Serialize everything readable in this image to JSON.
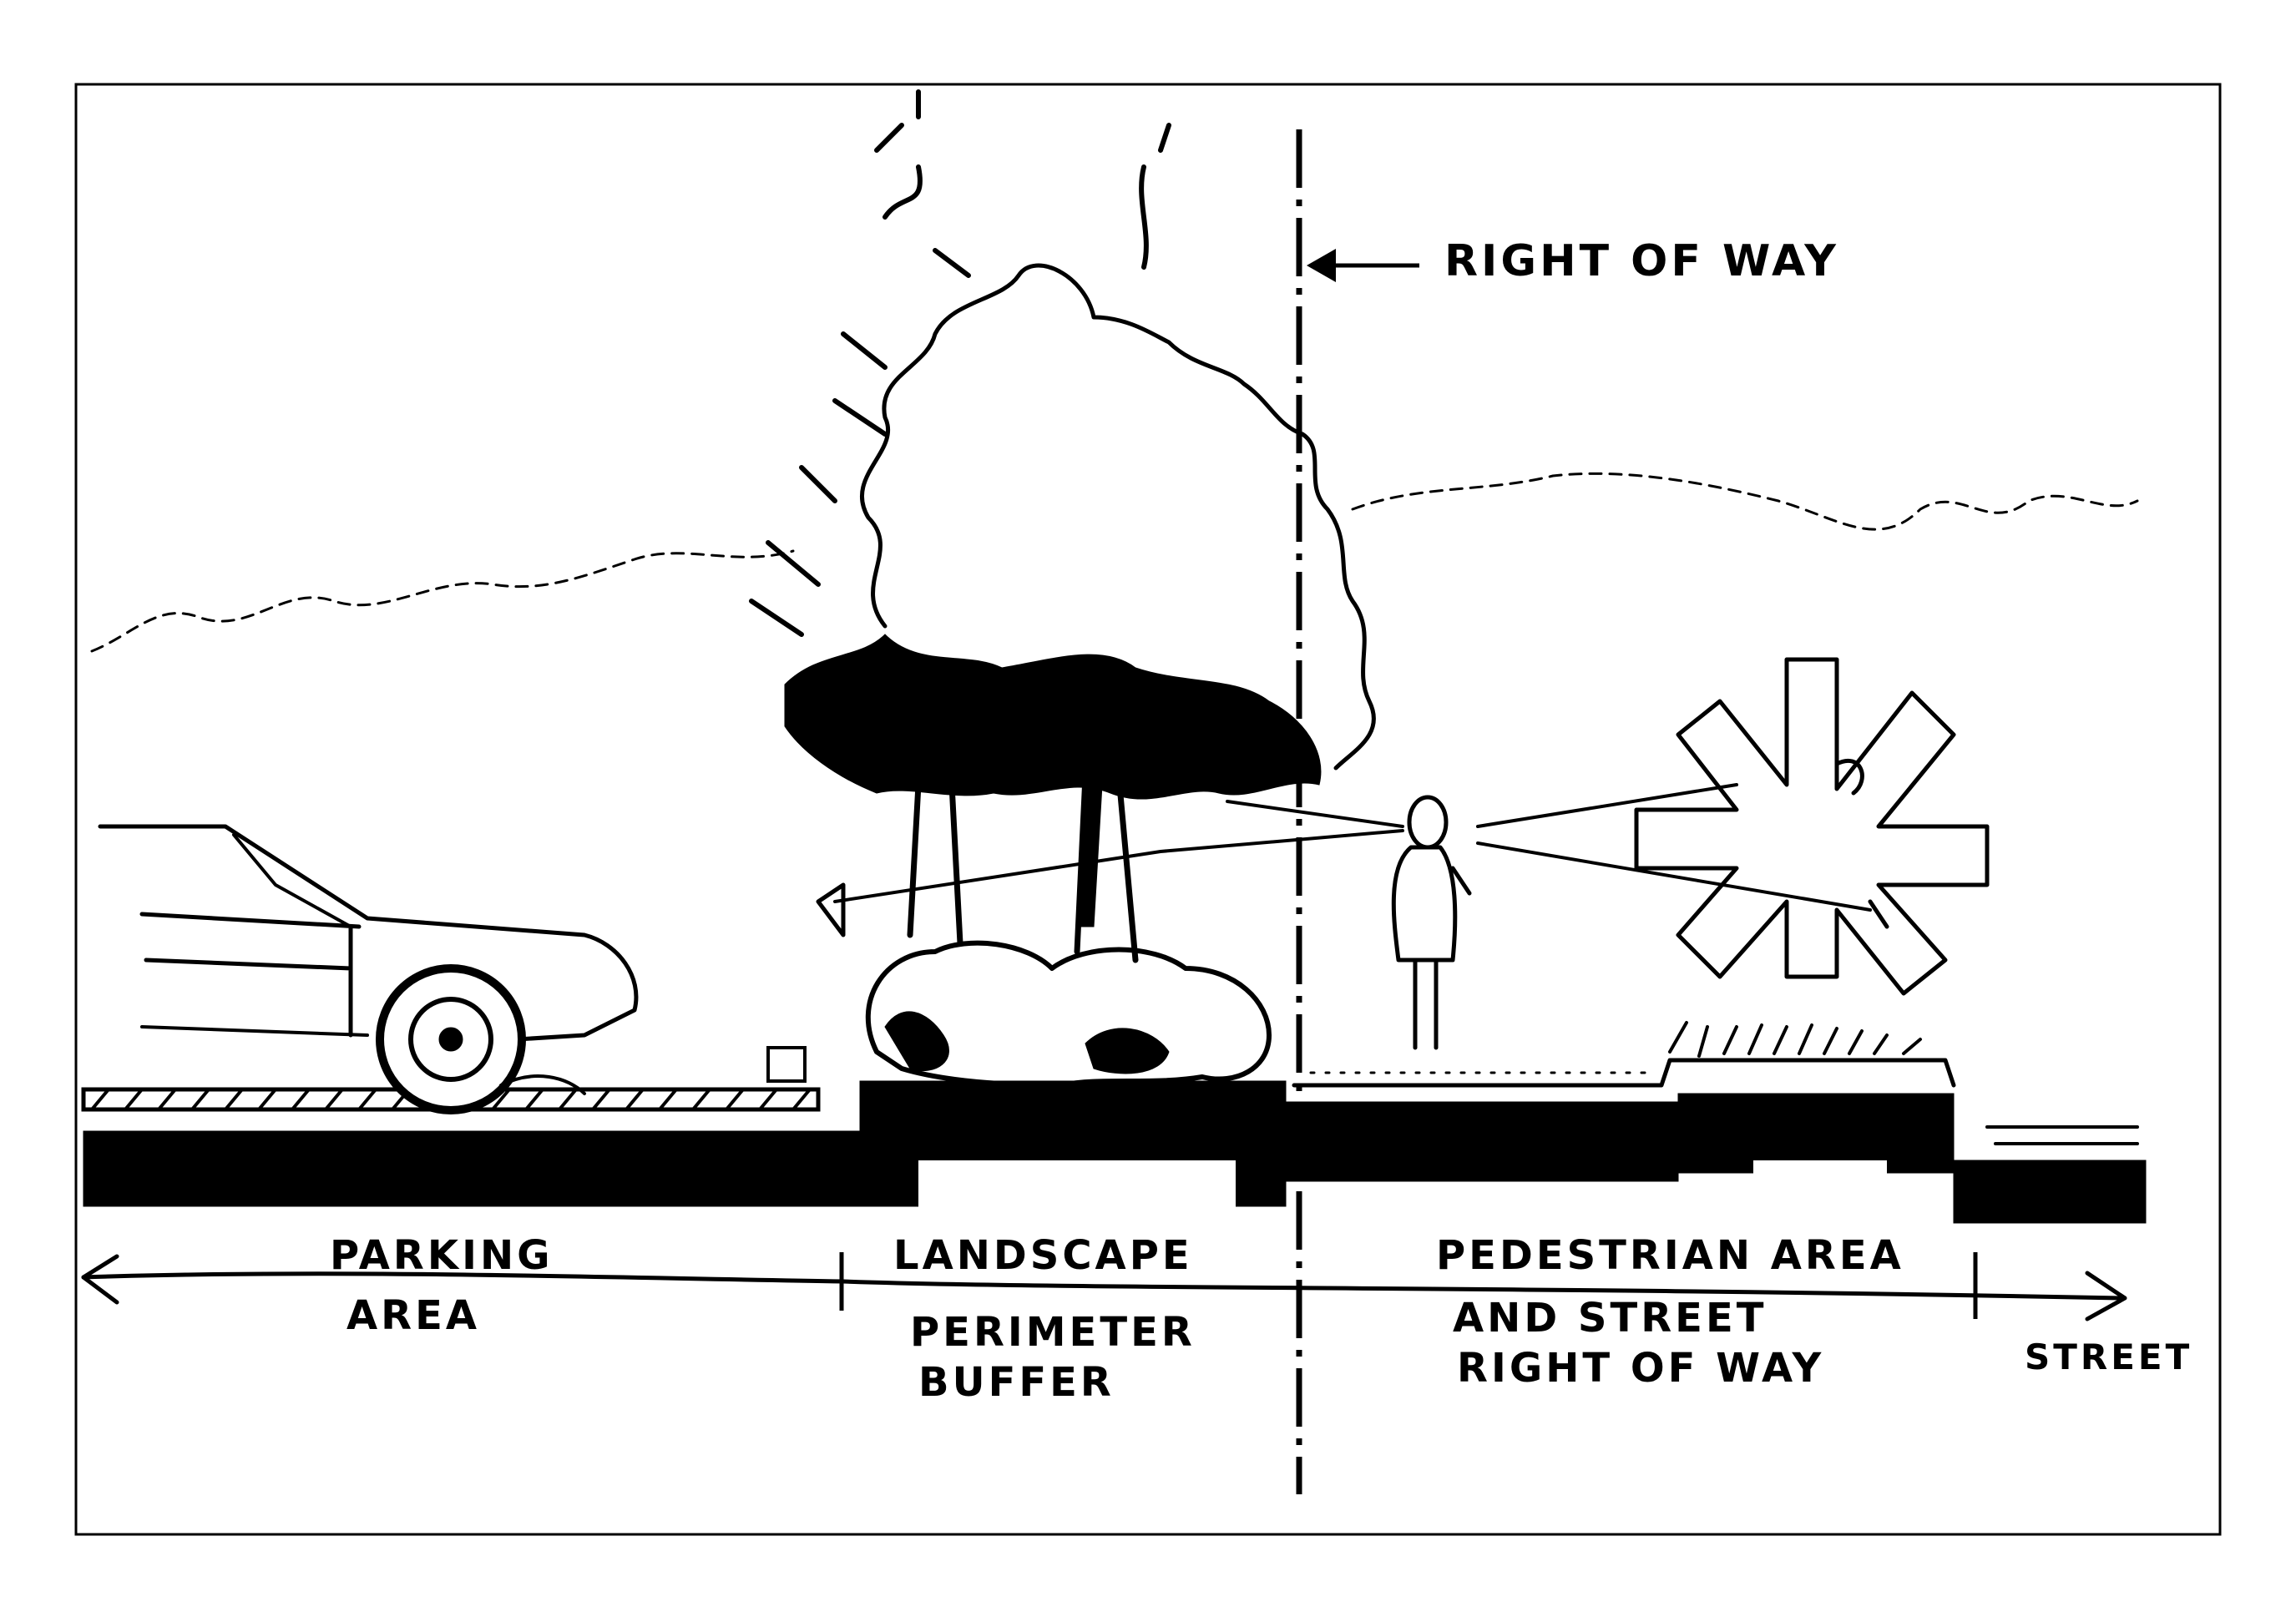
{
  "diagram": {
    "callout": {
      "right_of_way": "RIGHT OF WAY"
    },
    "zones": {
      "parking": {
        "line1": "PARKING",
        "line2": "AREA"
      },
      "landscape": {
        "line1": "LANDSCAPE",
        "line2": "PERIMETER",
        "line3": "BUFFER"
      },
      "pedestrian": {
        "line1": "PEDESTRIAN AREA",
        "line2": "AND STREET",
        "line3": "RIGHT OF WAY"
      },
      "street": {
        "line1": "STREET"
      }
    },
    "colors": {
      "ink": "#000000",
      "paper": "#ffffff"
    }
  }
}
